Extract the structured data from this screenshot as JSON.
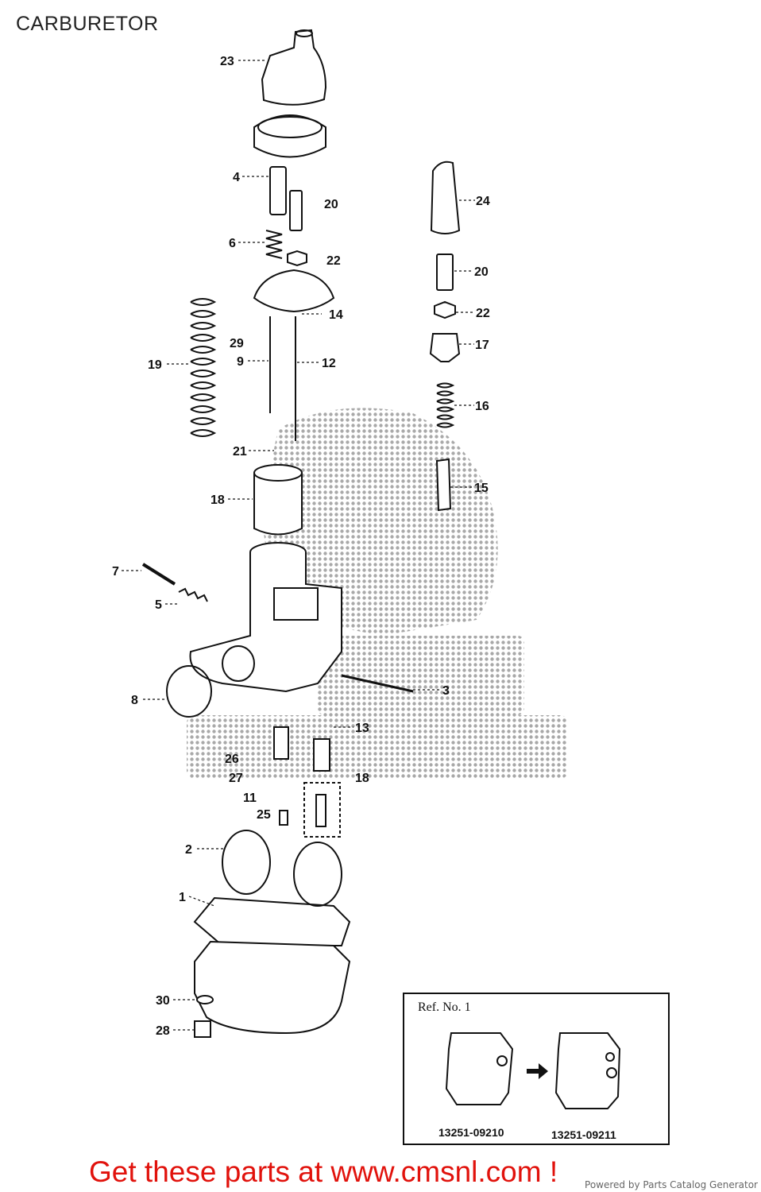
{
  "page": {
    "title": "CARBURETOR"
  },
  "callouts": [
    {
      "id": "c23",
      "text": "23"
    },
    {
      "id": "c4",
      "text": "4"
    },
    {
      "id": "c20a",
      "text": "20"
    },
    {
      "id": "c6",
      "text": "6"
    },
    {
      "id": "c22a",
      "text": "22"
    },
    {
      "id": "c14",
      "text": "14"
    },
    {
      "id": "c24",
      "text": "24"
    },
    {
      "id": "c20b",
      "text": "20"
    },
    {
      "id": "c22b",
      "text": "22"
    },
    {
      "id": "c17",
      "text": "17"
    },
    {
      "id": "c29",
      "text": "29"
    },
    {
      "id": "c9a",
      "text": "9"
    },
    {
      "id": "c12",
      "text": "12"
    },
    {
      "id": "c19",
      "text": "19"
    },
    {
      "id": "c16",
      "text": "16"
    },
    {
      "id": "c21",
      "text": "21"
    },
    {
      "id": "c15",
      "text": "15"
    },
    {
      "id": "c18a",
      "text": "18"
    },
    {
      "id": "c7",
      "text": "7"
    },
    {
      "id": "c5",
      "text": "5"
    },
    {
      "id": "c3",
      "text": "3"
    },
    {
      "id": "c8",
      "text": "8"
    },
    {
      "id": "c13",
      "text": "13"
    },
    {
      "id": "c26",
      "text": "26"
    },
    {
      "id": "c27",
      "text": "27"
    },
    {
      "id": "c18b",
      "text": "18"
    },
    {
      "id": "c11",
      "text": "11"
    },
    {
      "id": "c25",
      "text": "25"
    },
    {
      "id": "c2",
      "text": "2"
    },
    {
      "id": "c1",
      "text": "1"
    },
    {
      "id": "c30",
      "text": "30"
    },
    {
      "id": "c28",
      "text": "28"
    }
  ],
  "refbox": {
    "title": "Ref. No. 1",
    "old_part": "13251-09210",
    "new_part": "13251-09211"
  },
  "footer": {
    "cta": "Get these parts at www.cmsnl.com !",
    "powered_by": "Powered by Parts Catalog Generator"
  },
  "colors": {
    "cta": "#e1120c",
    "line": "#111111",
    "watermark": "#9a9a9a"
  }
}
